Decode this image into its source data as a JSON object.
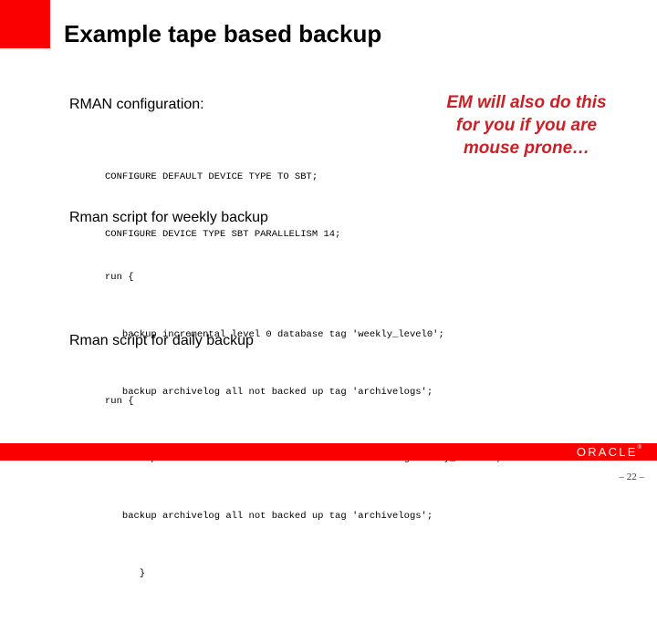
{
  "slide": {
    "title": "Example tape based backup",
    "page_number": "– 22 –",
    "brand": "ORACLE",
    "brand_tm": "®",
    "accent_color": "#FA0000",
    "callout_color": "#CC2026"
  },
  "sections": {
    "rman_config": {
      "heading": "RMAN configuration:",
      "lines": [
        "CONFIGURE DEFAULT DEVICE TYPE TO SBT;",
        "CONFIGURE DEVICE TYPE SBT PARALLELISM 14;"
      ]
    },
    "weekly": {
      "heading": "Rman script for weekly backup",
      "lines": [
        "run {",
        "   backup incremental level 0 database tag 'weekly_level0';",
        "   backup archivelog all not backed up tag 'archivelogs';",
        "      }"
      ]
    },
    "daily": {
      "heading": "Rman script for daily backup",
      "lines": [
        "run {",
        "   backup cumulative incremental level 1 database tag 'daily_level1';",
        "   backup archivelog all not backed up tag 'archivelogs';",
        "      }"
      ]
    }
  },
  "callout": {
    "lines": [
      "EM will also do this",
      "for you if you are",
      "mouse prone…"
    ]
  }
}
